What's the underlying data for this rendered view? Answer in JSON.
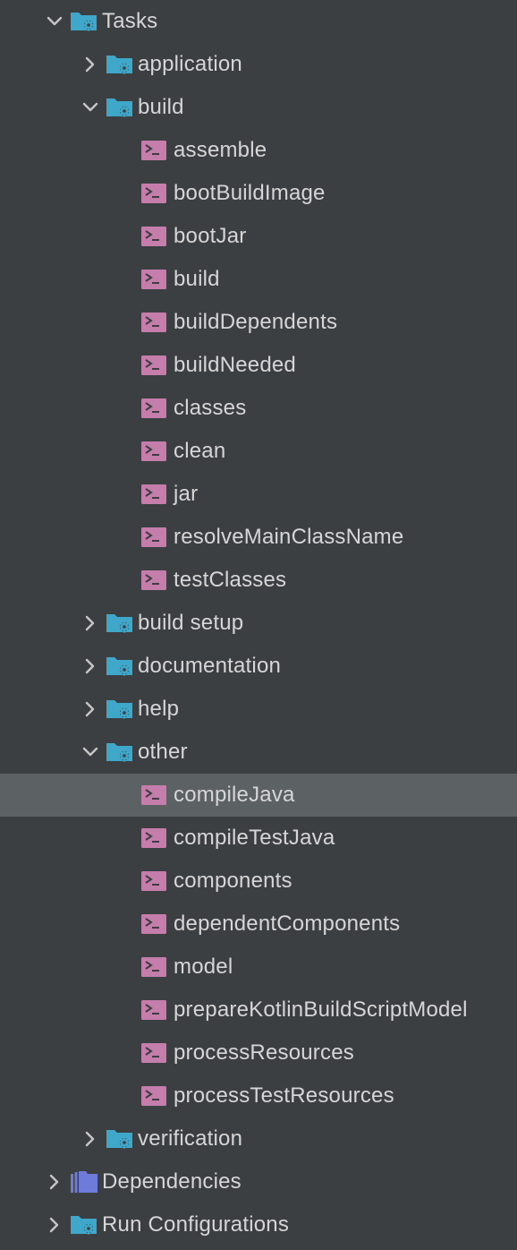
{
  "tree": {
    "tasks": {
      "label": "Tasks",
      "groups": {
        "application": {
          "label": "application"
        },
        "build": {
          "label": "build",
          "tasks": [
            "assemble",
            "bootBuildImage",
            "bootJar",
            "build",
            "buildDependents",
            "buildNeeded",
            "classes",
            "clean",
            "jar",
            "resolveMainClassName",
            "testClasses"
          ]
        },
        "build_setup": {
          "label": "build setup"
        },
        "documentation": {
          "label": "documentation"
        },
        "help": {
          "label": "help"
        },
        "other": {
          "label": "other",
          "tasks": [
            "compileJava",
            "compileTestJava",
            "components",
            "dependentComponents",
            "model",
            "prepareKotlinBuildScriptModel",
            "processResources",
            "processTestResources"
          ],
          "selected": "compileJava"
        },
        "verification": {
          "label": "verification"
        }
      }
    },
    "dependencies": {
      "label": "Dependencies"
    },
    "run_configurations": {
      "label": "Run Configurations"
    }
  },
  "colors": {
    "background": "#3c3f41",
    "selected_row": "#5c6164",
    "folder_cyan": "#3fa7c9",
    "dependencies_folder": "#6e7bd8",
    "task_icon": "#c57dac",
    "text": "#d6d6d6",
    "chevron": "#c6c6c6"
  },
  "icons": {
    "gear_folder": "gear-folder-icon",
    "task": "gradle-task-icon",
    "dependencies": "library-folder-icon",
    "collapsed": "chevron-right-icon",
    "expanded": "chevron-down-icon"
  }
}
